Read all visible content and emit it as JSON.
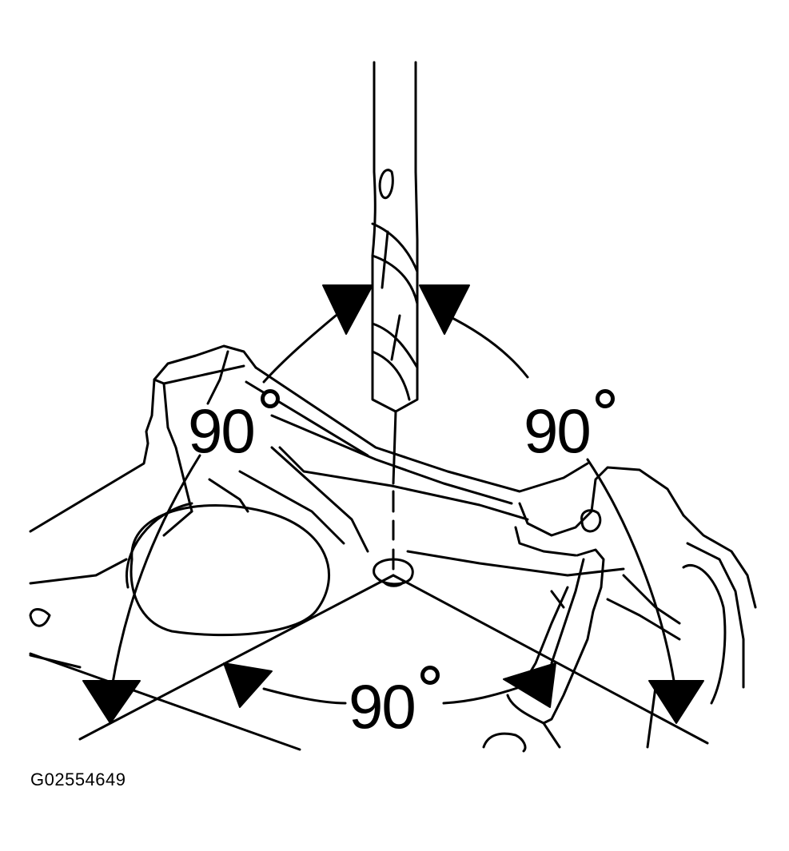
{
  "angles": {
    "left": "90",
    "right": "90",
    "bottom": "90"
  },
  "figure_id": "G02554649",
  "colors": {
    "line": "#000000",
    "background": "#ffffff"
  },
  "icons": [
    "drill-bit-icon",
    "arrowhead-icon",
    "degree-symbol-icon"
  ]
}
